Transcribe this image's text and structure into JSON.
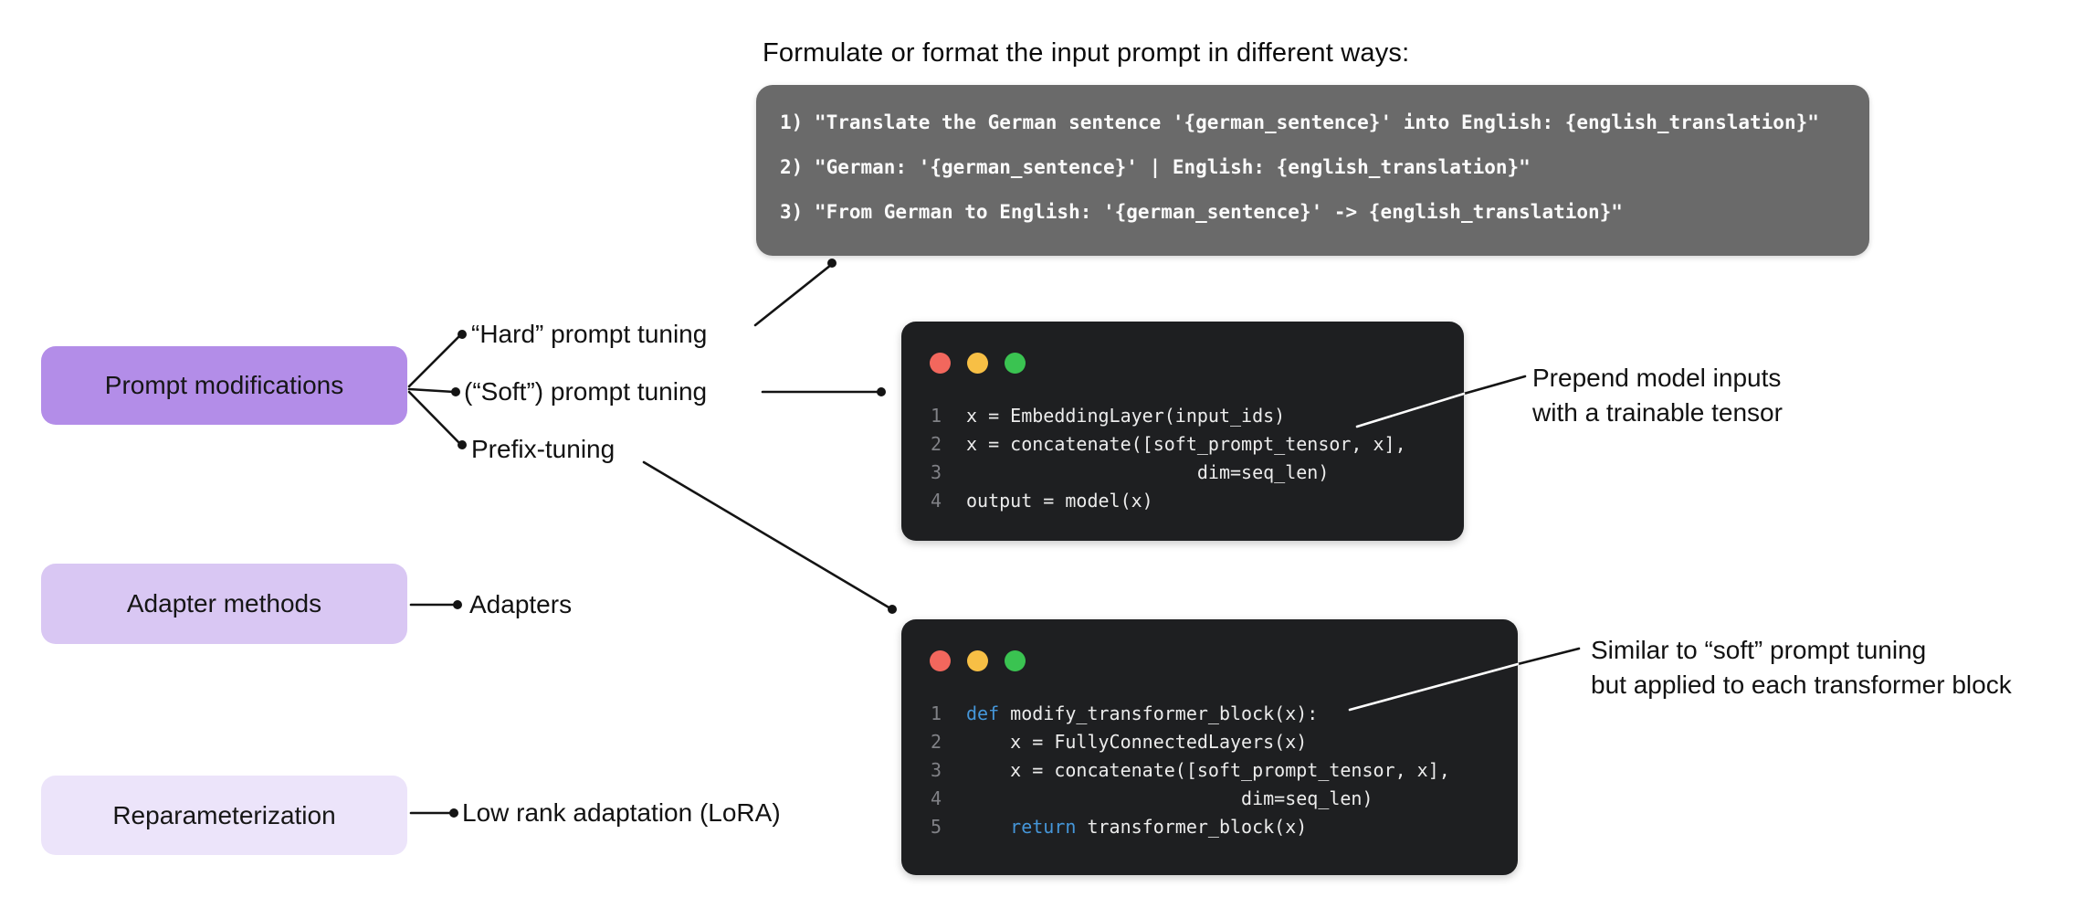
{
  "heading": "Formulate or format the input prompt in different ways:",
  "prompt_box": {
    "line1": "1) \"Translate the German sentence '{german_sentence}' into English: {english_translation}\"",
    "line2": "2) \"German: '{german_sentence}' | English: {english_translation}\"",
    "line3": "3) \"From German to English: '{german_sentence}' -> {english_translation}\""
  },
  "categories": {
    "prompt_modifications": "Prompt modifications",
    "adapter_methods": "Adapter methods",
    "reparameterization": "Reparameterization"
  },
  "methods": {
    "hard": "“Hard” prompt tuning",
    "soft": "(“Soft”) prompt tuning",
    "prefix": "Prefix-tuning",
    "adapters": "Adapters",
    "lora": "Low rank adaptation (LoRA)"
  },
  "annotations": {
    "soft_note": {
      "line1": "Prepend model inputs",
      "line2": "with a trainable tensor"
    },
    "prefix_note": {
      "line1": "Similar to “soft” prompt tuning",
      "line2": "but applied to each transformer block"
    }
  },
  "code_window_1": {
    "window_icons": [
      "close-red",
      "minimize-yellow",
      "zoom-green"
    ],
    "lines": [
      {
        "num": "1",
        "pre": "",
        "kw": "",
        "text": "x = EmbeddingLayer(input_ids)"
      },
      {
        "num": "2",
        "pre": "",
        "kw": "",
        "text": "x = concatenate([soft_prompt_tensor, x],"
      },
      {
        "num": "3",
        "pre": "",
        "kw": "",
        "text": "                     dim=seq_len)"
      },
      {
        "num": "4",
        "pre": "",
        "kw": "",
        "text": "output = model(x)"
      }
    ]
  },
  "code_window_2": {
    "window_icons": [
      "close-red",
      "minimize-yellow",
      "zoom-green"
    ],
    "lines": [
      {
        "num": "1",
        "pre": "",
        "kw": "def",
        "text": " modify_transformer_block(x):"
      },
      {
        "num": "2",
        "pre": "",
        "kw": "",
        "text": "    x = FullyConnectedLayers(x)"
      },
      {
        "num": "3",
        "pre": "",
        "kw": "",
        "text": "    x = concatenate([soft_prompt_tensor, x],"
      },
      {
        "num": "4",
        "pre": "",
        "kw": "",
        "text": "                         dim=seq_len)"
      },
      {
        "num": "5",
        "pre": "    ",
        "kw": "return",
        "text": " transformer_block(x)"
      }
    ]
  },
  "colors": {
    "category_1_bg": "#b38de8",
    "category_2_bg": "#d9c7f3",
    "category_3_bg": "#ece4fa",
    "prompt_box_bg": "#6a6a6a",
    "code_bg": "#1e1f21",
    "keyword_blue": "#4596d9",
    "traffic_red": "#f2675d",
    "traffic_yellow": "#f7bf45",
    "traffic_green": "#3ac351"
  }
}
